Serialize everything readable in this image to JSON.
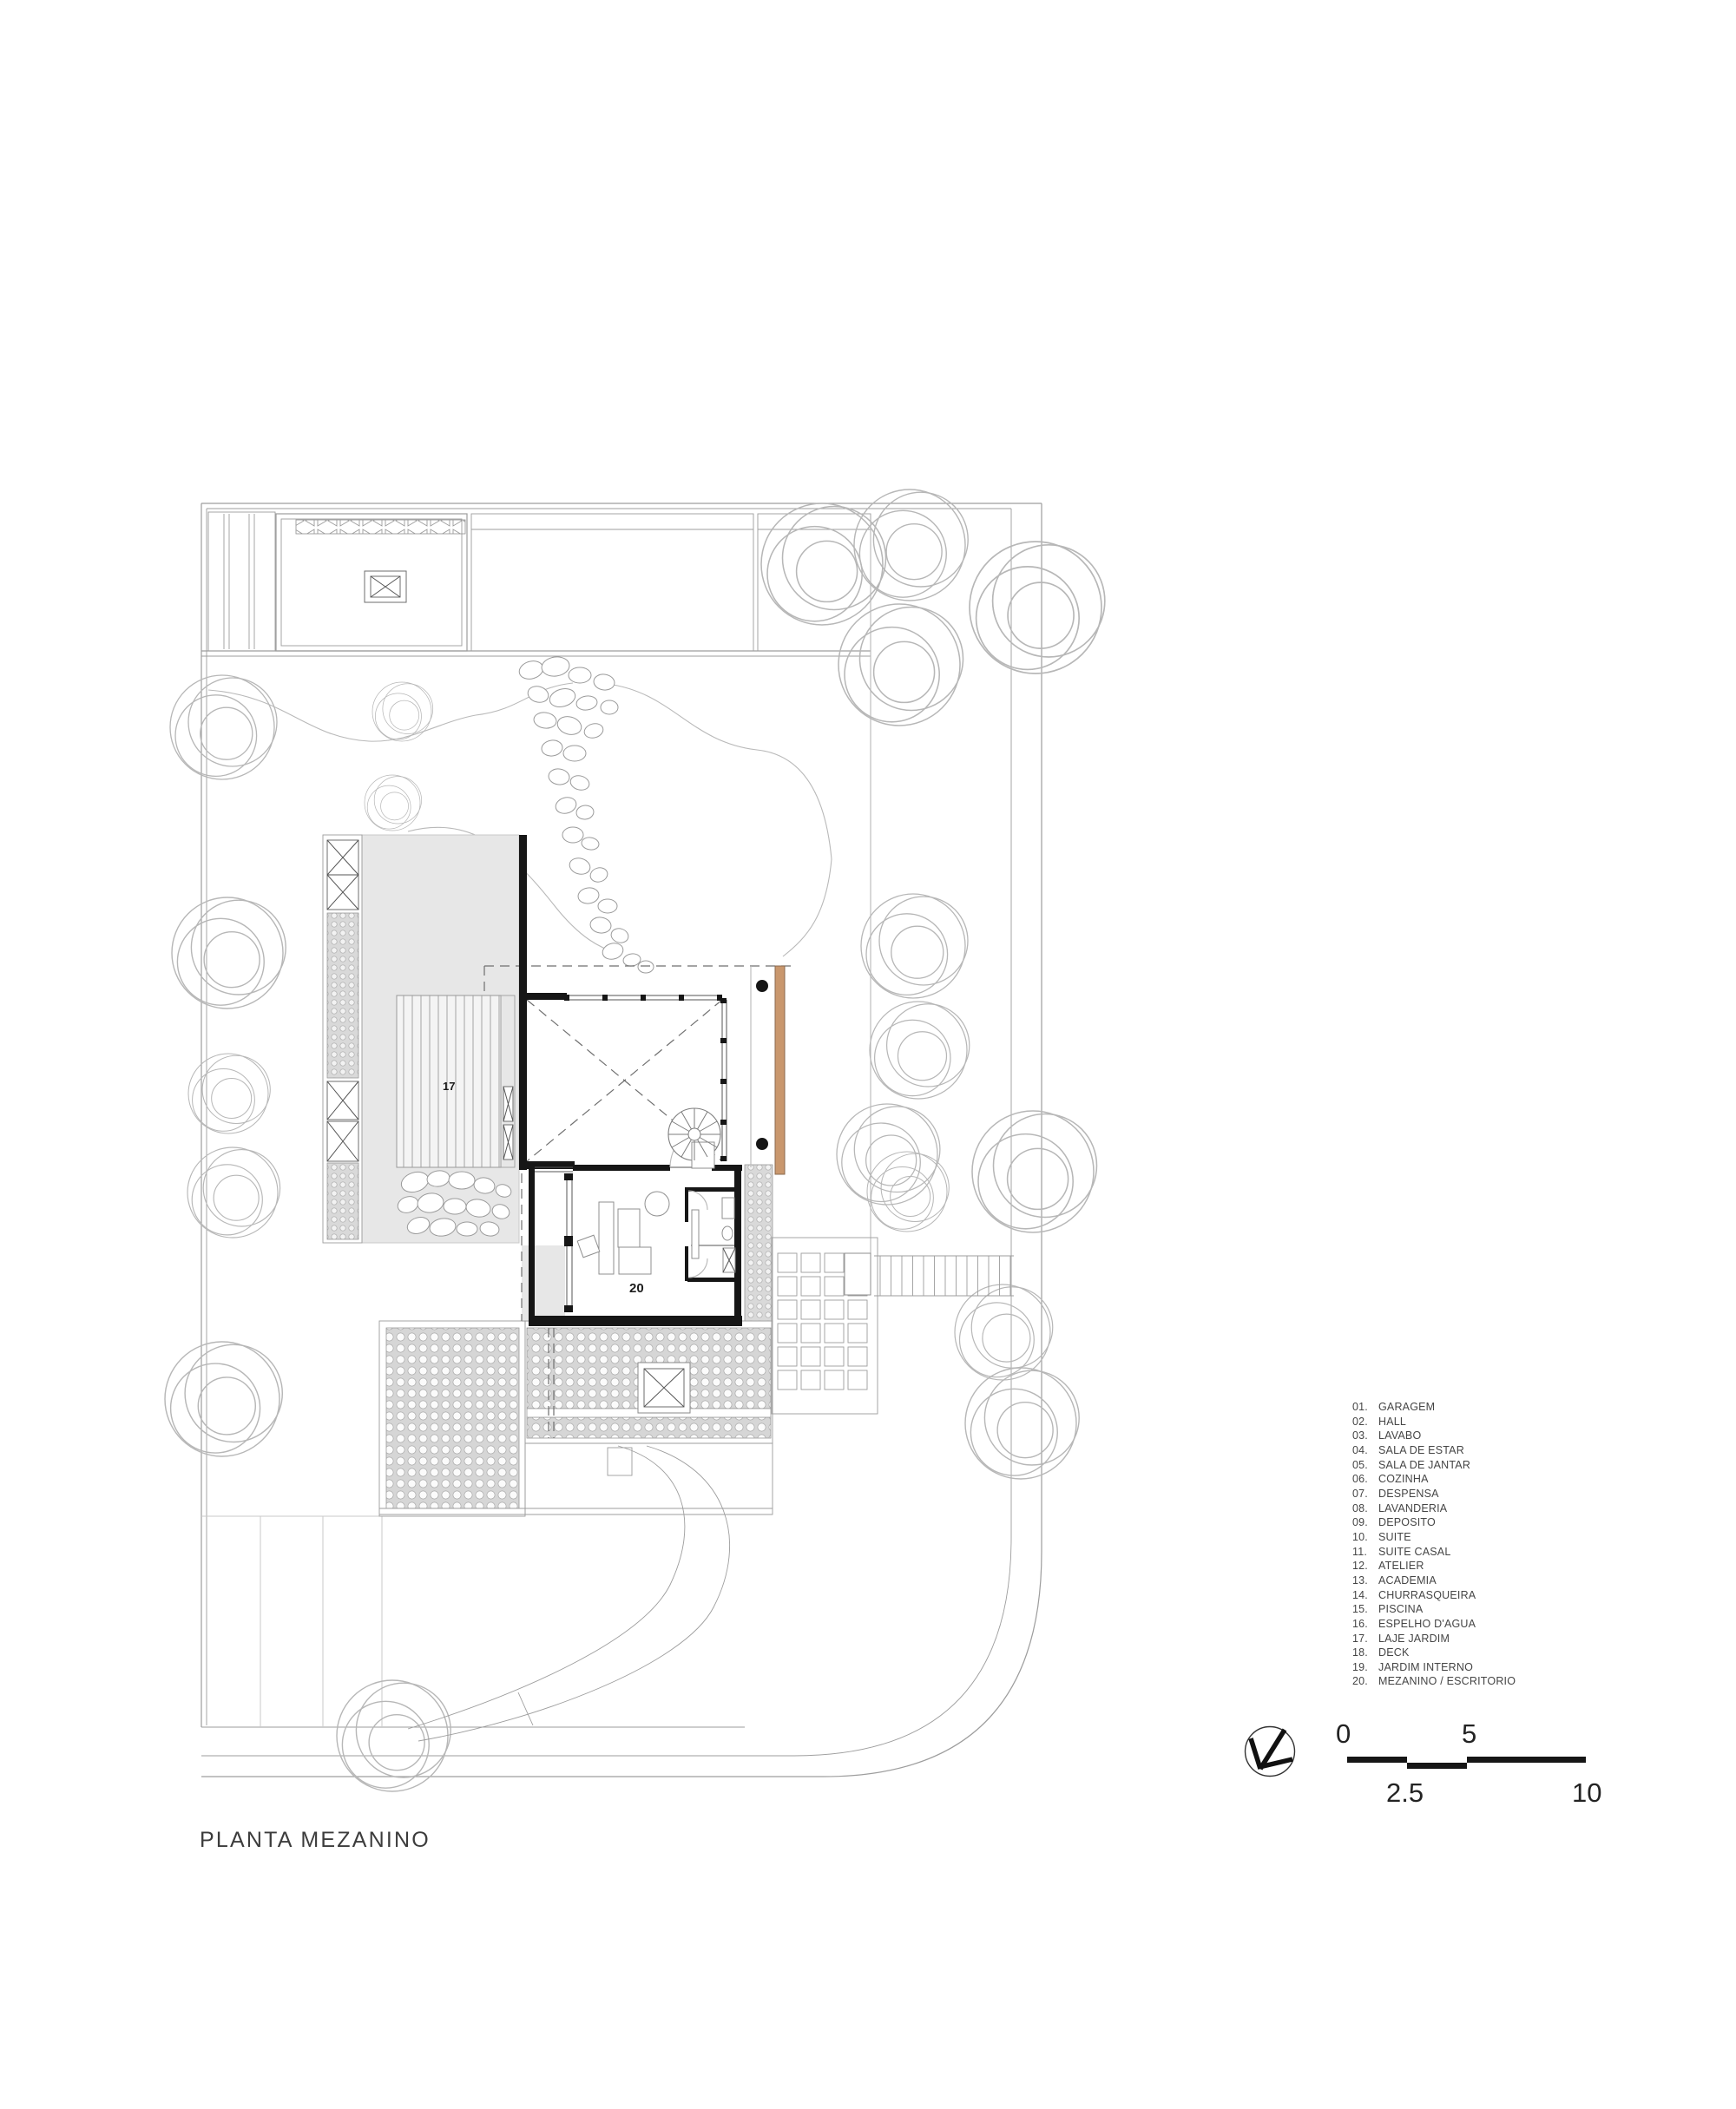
{
  "plan": {
    "title": "PLANTA MEZANINO",
    "room_labels": {
      "laje_jardim": "17",
      "mezanino": "20"
    }
  },
  "legend": {
    "items": [
      {
        "num": "01.",
        "label": "GARAGEM"
      },
      {
        "num": "02.",
        "label": "HALL"
      },
      {
        "num": "03.",
        "label": "LAVABO"
      },
      {
        "num": "04.",
        "label": "SALA DE ESTAR"
      },
      {
        "num": "05.",
        "label": "SALA DE JANTAR"
      },
      {
        "num": "06.",
        "label": "COZINHA"
      },
      {
        "num": "07.",
        "label": "DESPENSA"
      },
      {
        "num": "08.",
        "label": "LAVANDERIA"
      },
      {
        "num": "09.",
        "label": "DEPOSITO"
      },
      {
        "num": "10.",
        "label": "SUITE"
      },
      {
        "num": "11.",
        "label": "SUITE CASAL"
      },
      {
        "num": "12.",
        "label": "ATELIER"
      },
      {
        "num": "13.",
        "label": "ACADEMIA"
      },
      {
        "num": "14.",
        "label": "CHURRASQUEIRA"
      },
      {
        "num": "15.",
        "label": "PISCINA"
      },
      {
        "num": "16.",
        "label": "ESPELHO D'AGUA"
      },
      {
        "num": "17.",
        "label": "LAJE JARDIM"
      },
      {
        "num": "18.",
        "label": "DECK"
      },
      {
        "num": "19.",
        "label": "JARDIM INTERNO"
      },
      {
        "num": "20.",
        "label": "MEZANINO / ESCRITORIO"
      }
    ]
  },
  "scale_bar": {
    "zero": "0",
    "five": "5",
    "half": "2.5",
    "ten": "10"
  },
  "colors": {
    "wood_accent": "#C9976D",
    "wall_black": "#161616",
    "roof_grey_fill": "#E7E7E7",
    "site_line_grey": "#9D9D9D"
  }
}
